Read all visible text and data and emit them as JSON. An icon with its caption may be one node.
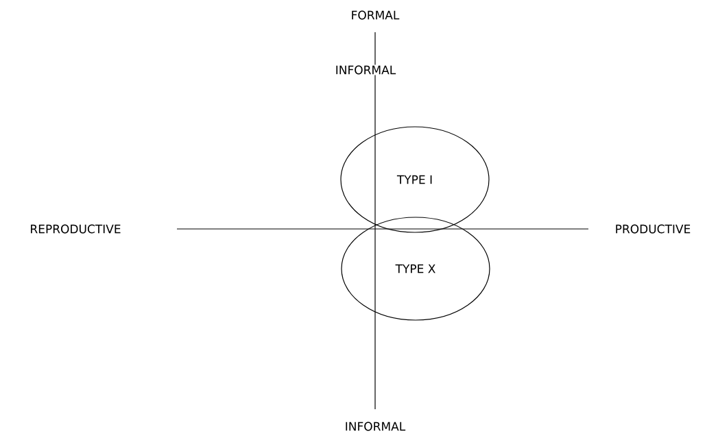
{
  "diagram": {
    "nodes": [
      {
        "text": [
          "TYPE I"
        ]
      },
      {
        "text": [
          "TYPE X"
        ]
      }
    ],
    "labels": [
      "FORMAL",
      "INFORMAL",
      "REPRODUCTIVE",
      "PRODUCTIVE",
      "INFORMAL"
    ]
  }
}
